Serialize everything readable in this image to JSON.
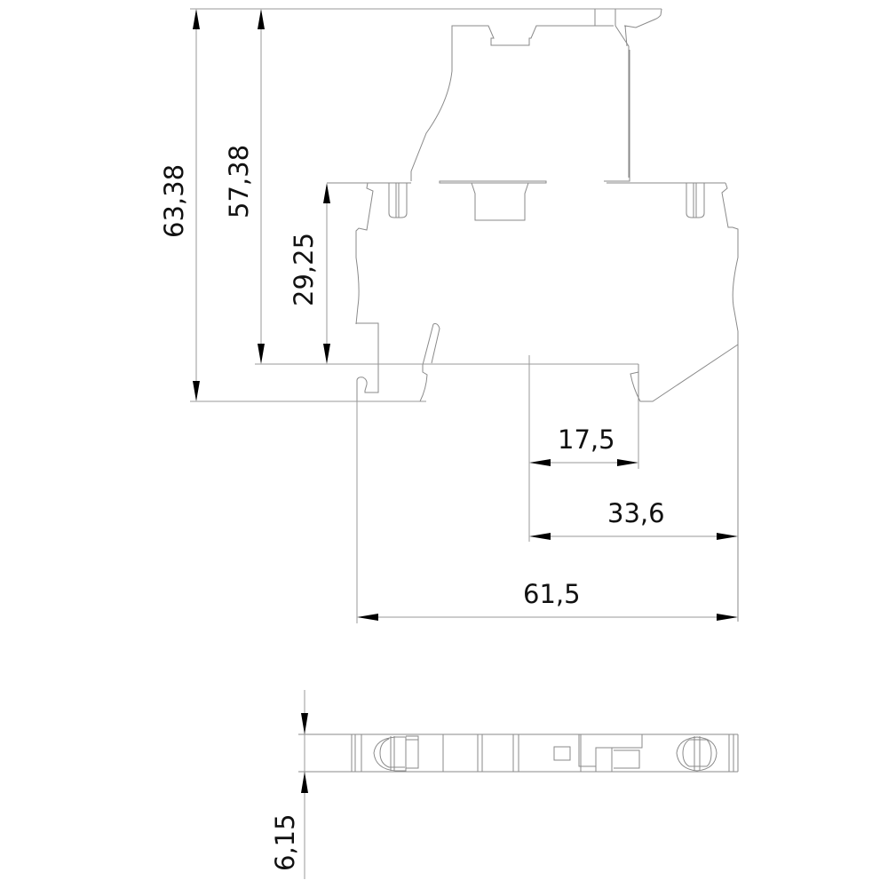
{
  "drawing": {
    "title": "Terminal block side view and top view dimension drawing",
    "units": "mm",
    "colors": {
      "outline": "#8a8a8a",
      "dimension_line": "#9a9a9a",
      "arrow": "#000000",
      "text": "#111111"
    }
  },
  "dimensions": {
    "total_height": {
      "label": "63,38",
      "orientation": "vertical"
    },
    "height_to_top": {
      "label": "57,38",
      "orientation": "vertical"
    },
    "lower_height": {
      "label": "29,25",
      "orientation": "vertical"
    },
    "offset_small": {
      "label": "17,5",
      "orientation": "horizontal"
    },
    "offset_large": {
      "label": "33,6",
      "orientation": "horizontal"
    },
    "total_width": {
      "label": "61,5",
      "orientation": "horizontal"
    },
    "thickness": {
      "label": "6,15",
      "orientation": "vertical"
    }
  },
  "views": [
    {
      "name": "side-view"
    },
    {
      "name": "top-view"
    }
  ]
}
